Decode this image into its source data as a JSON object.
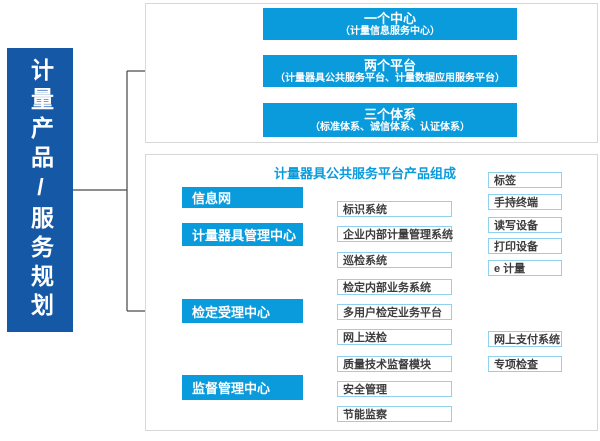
{
  "diagram": {
    "root_label": "计量产品/服务规划",
    "overview": {
      "items": [
        {
          "title": "一个中心",
          "subtitle": "（计量信息服务中心）"
        },
        {
          "title": "两个平台",
          "subtitle": "（计量器具公共服务平台、计量数据应用服务平台）"
        },
        {
          "title": "三个体系",
          "subtitle": "（标准体系、诚信体系、认证体系）"
        }
      ]
    },
    "composition": {
      "title": "计量器具公共服务平台产品组成",
      "centers": [
        {
          "label": "信息网",
          "children": []
        },
        {
          "label": "计量器具管理中心",
          "children": [
            {
              "label": "标识系统",
              "children": [
                {
                  "label": "标签"
                },
                {
                  "label": "手持终端"
                },
                {
                  "label": "读写设备"
                },
                {
                  "label": "打印设备"
                }
              ]
            },
            {
              "label": "企业内部计量管理系统",
              "children": []
            },
            {
              "label": "巡检系统",
              "children": [
                {
                  "label": "e 计量"
                }
              ]
            }
          ]
        },
        {
          "label": "检定受理中心",
          "children": [
            {
              "label": "检定内部业务系统",
              "children": []
            },
            {
              "label": "多用户检定业务平台",
              "children": []
            },
            {
              "label": "网上送检",
              "children": [
                {
                  "label": "网上支付系统"
                }
              ]
            }
          ]
        },
        {
          "label": "监督管理中心",
          "children": [
            {
              "label": "质量技术监督模块",
              "children": [
                {
                  "label": "专项检查"
                }
              ]
            },
            {
              "label": "安全管理",
              "children": []
            },
            {
              "label": "节能监察",
              "children": []
            }
          ]
        }
      ]
    },
    "colors": {
      "root_box": "#1558a6",
      "primary_box": "#0a9bdc",
      "leaf_border": "#8fd2ef",
      "connector": "#4a4a4a",
      "frame_border": "#d8d8d8",
      "section_title": "#0a9bdc"
    }
  }
}
